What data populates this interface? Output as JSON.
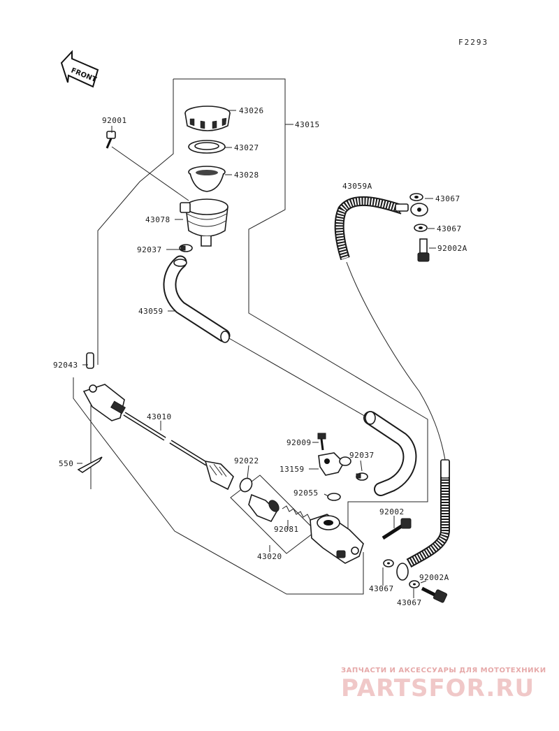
{
  "drawing_code": "F2293",
  "front_arrow_label": "FRONT",
  "labels": {
    "p43026": "43026",
    "p43015": "43015",
    "p92001": "92001",
    "p43027": "43027",
    "p43028": "43028",
    "p43059A": "43059A",
    "p43067_a": "43067",
    "p43067_b": "43067",
    "p92002A_a": "92002A",
    "p43078": "43078",
    "p92037_a": "92037",
    "p43059": "43059",
    "p92043": "92043",
    "p43010": "43010",
    "p550": "550",
    "p92009": "92009",
    "p92037_b": "92037",
    "p92022": "92022",
    "p13159": "13159",
    "p92055": "92055",
    "p92002": "92002",
    "p92081": "92081",
    "p43020": "43020",
    "p43067_c": "43067",
    "p92002A_b": "92002A",
    "p43067_d": "43067"
  },
  "watermark": {
    "tagline": "ЗАПЧАСТИ И АКСЕССУАРЫ ДЛЯ МОТОТЕХНИКИ",
    "logo": "PARTSFOR.RU"
  }
}
